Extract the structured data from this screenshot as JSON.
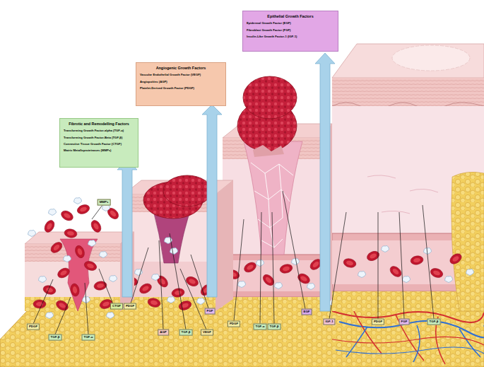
{
  "diagram": {
    "nodes": [
      {
        "text": [
          "Epithelial Growth Factors",
          "Epidermal Growth Factor (EGF)",
          "Fibroblast Growth Factor (FGF)",
          "Insulin-Like Growth Factor-1 (IGF-1)"
        ]
      },
      {
        "text": [
          "Angiogenic Growth Factors",
          "Vascular Endothelial Growth Factor (VEGF)",
          "Angiopoitins (AGP)",
          "Platelet-Derived Growth Factor (PDGF)"
        ]
      },
      {
        "text": [
          "Fibrotic and Remodelling Factors",
          "Transforming Growth Factor-alpha (TGF-α)",
          "Transforming Growth Factor-Beta (TGF-β)",
          "Connective Tissue Growth Factor (CTGF)",
          "Matrix Metalloproteinases (MMPs)"
        ]
      },
      {
        "text": [
          "MMPs"
        ]
      },
      {
        "text": [
          "PDGF"
        ]
      },
      {
        "text": [
          "TGF-β"
        ]
      },
      {
        "text": [
          "TGF-α"
        ]
      },
      {
        "text": [
          "CTGF"
        ]
      },
      {
        "text": [
          "PDGF"
        ]
      },
      {
        "text": [
          "AGP"
        ]
      },
      {
        "text": [
          "TGF-β"
        ]
      },
      {
        "text": [
          "VEGF"
        ]
      },
      {
        "text": [
          "FGF"
        ]
      },
      {
        "text": [
          "PDGF"
        ]
      },
      {
        "text": [
          "TGF-α"
        ]
      },
      {
        "text": [
          "TGF-β"
        ]
      },
      {
        "text": [
          "EGF"
        ]
      },
      {
        "text": [
          "IGF-1"
        ]
      },
      {
        "text": [
          "PDGF"
        ]
      },
      {
        "text": [
          "FGF"
        ]
      },
      {
        "text": [
          "TGF-β"
        ]
      }
    ]
  }
}
